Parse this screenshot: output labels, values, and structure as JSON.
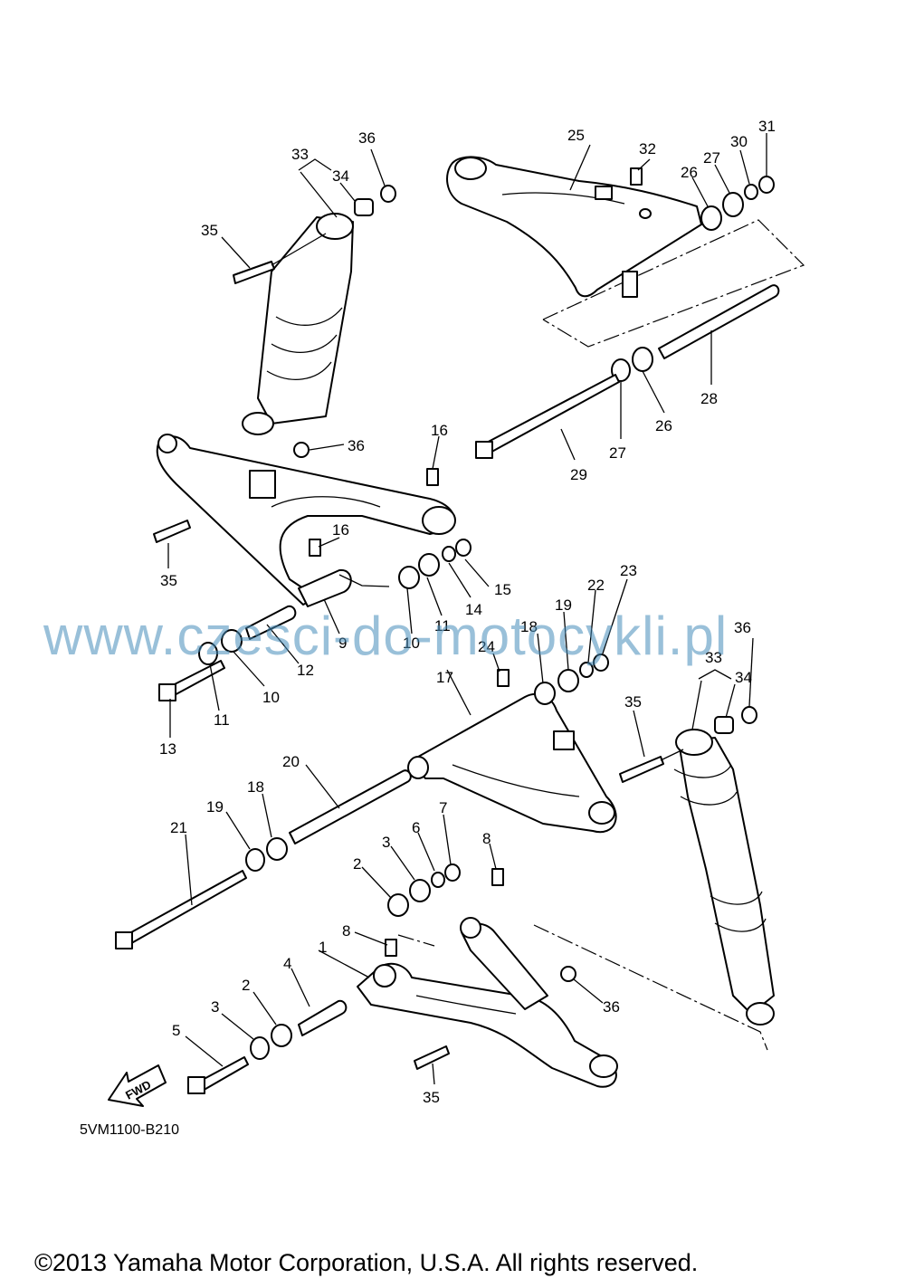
{
  "callouts": [
    "1",
    "2",
    "3",
    "4",
    "5",
    "6",
    "7",
    "8",
    "9",
    "10",
    "11",
    "12",
    "13",
    "14",
    "15",
    "16",
    "17",
    "18",
    "19",
    "20",
    "21",
    "22",
    "23",
    "24",
    "25",
    "26",
    "27",
    "28",
    "29",
    "30",
    "31",
    "32",
    "33",
    "34",
    "35",
    "36"
  ],
  "fwd_label": "FWD",
  "diagram_code": "5VM1100-B210",
  "watermark": "www.czesci-do-motocykli.pl",
  "copyright": "©2013 Yamaha Motor Corporation, U.S.A. All rights reserved."
}
